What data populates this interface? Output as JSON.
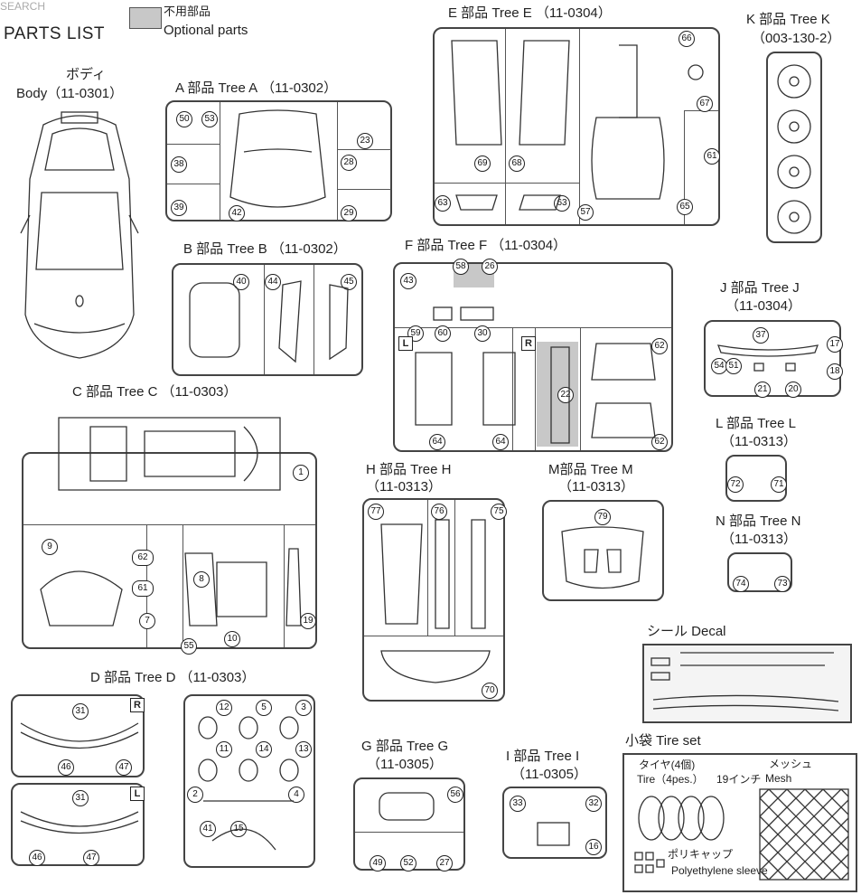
{
  "header": {
    "watermark": "SEARCH",
    "parts_list": "PARTS LIST",
    "unused_jp": "不用部品",
    "unused_en": "Optional parts"
  },
  "body_part": {
    "jp": "ボディ",
    "en": "Body",
    "id": "（11-0301）"
  },
  "trees": {
    "A": {
      "label": "A 部品 Tree A",
      "id": "（11-0302）",
      "nums": [
        "50",
        "53",
        "23",
        "38",
        "28",
        "39",
        "42",
        "29"
      ]
    },
    "B": {
      "label": "B 部品 Tree B",
      "id": "（11-0302）",
      "nums": [
        "40",
        "44",
        "45"
      ]
    },
    "C": {
      "label": "C 部品 Tree C",
      "id": "（11-0303）",
      "nums": [
        "1",
        "9",
        "62",
        "61",
        "7",
        "8",
        "10",
        "55",
        "19"
      ]
    },
    "D": {
      "label": "D 部品 Tree D",
      "id": "（11-0303）",
      "nums": [
        "31",
        "46",
        "47",
        "31",
        "46",
        "47",
        "12",
        "5",
        "3",
        "11",
        "14",
        "13",
        "2",
        "4",
        "41",
        "15"
      ]
    },
    "E": {
      "label": "E 部品 Tree E",
      "id": "（11-0304）",
      "nums": [
        "66",
        "67",
        "69",
        "68",
        "61",
        "63",
        "63",
        "57",
        "65"
      ]
    },
    "F": {
      "label": "F 部品 Tree F",
      "id": "（11-0304）",
      "nums": [
        "43",
        "58",
        "26",
        "59",
        "60",
        "30",
        "62",
        "22",
        "64",
        "64",
        "62"
      ]
    },
    "G": {
      "label": "G 部品 Tree G",
      "id": "（11-0305）",
      "nums": [
        "56",
        "49",
        "52",
        "27"
      ]
    },
    "H": {
      "label": "H 部品 Tree H",
      "id": "（11-0313）",
      "nums": [
        "77",
        "76",
        "75",
        "70"
      ]
    },
    "I": {
      "label": "I 部品 Tree I",
      "id": "（11-0305）",
      "nums": [
        "33",
        "32",
        "16"
      ]
    },
    "J": {
      "label": "J 部品 Tree J",
      "id": "（11-0304）",
      "nums": [
        "37",
        "17",
        "54",
        "51",
        "18",
        "21",
        "20"
      ]
    },
    "K": {
      "label": "K 部品 Tree K",
      "id": "（003-130-2）"
    },
    "L": {
      "label": "L 部品 Tree L",
      "id": "（11-0313）",
      "nums": [
        "72",
        "71"
      ]
    },
    "M": {
      "label": "M部品 Tree M",
      "id": "（11-0313）",
      "nums": [
        "79"
      ]
    },
    "N": {
      "label": "N 部品 Tree N",
      "id": "（11-0313）",
      "nums": [
        "74",
        "73"
      ]
    }
  },
  "markers": {
    "L": "L",
    "R": "R"
  },
  "decal": {
    "label": "シール Decal"
  },
  "tire_set": {
    "label": "小袋 Tire set",
    "tire_jp": "タイヤ(4個)",
    "tire_en": "Tire（4pes.）",
    "size": "19インチ",
    "mesh_jp": "メッシュ",
    "mesh_en": "Mesh",
    "poly_jp": "ポリキャップ",
    "poly_en": "Polyethylene sleeve"
  }
}
